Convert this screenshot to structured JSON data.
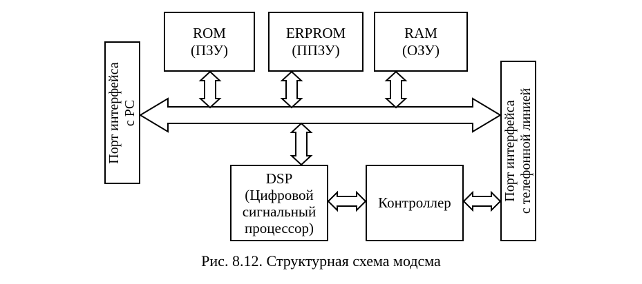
{
  "memory_blocks": [
    {
      "name": "ROM",
      "sub": "(ПЗУ)"
    },
    {
      "name": "ERPROM",
      "sub": "(ППЗУ)"
    },
    {
      "name": "RAM",
      "sub": "(ОЗУ)"
    }
  ],
  "dsp": {
    "lines": [
      "DSP",
      "(Цифровой",
      "сигнальный",
      "процессор)"
    ]
  },
  "controller": {
    "label": "Контроллер"
  },
  "pc_port": {
    "lines": [
      "Порт интерфейса",
      "с PC"
    ]
  },
  "line_port": {
    "lines": [
      "Порт интерфейса",
      "с телефонной линией"
    ]
  },
  "caption": "Рис. 8.12. Структурная схема модсма"
}
